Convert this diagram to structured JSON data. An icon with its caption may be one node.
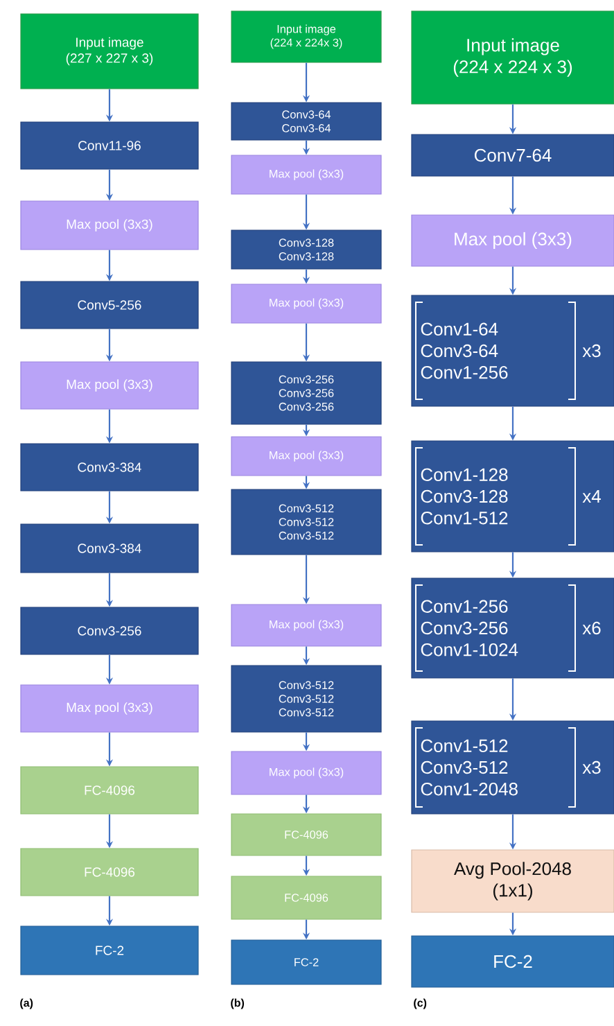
{
  "diagram": {
    "nodes": [
      {
        "text": [
          "Input image",
          "(227 x 227 x 3)"
        ]
      },
      {
        "text": [
          "Conv11-96"
        ]
      },
      {
        "text": [
          "Max pool (3x3)"
        ]
      },
      {
        "text": [
          "Conv5-256"
        ]
      },
      {
        "text": [
          "Max pool (3x3)"
        ]
      },
      {
        "text": [
          "Conv3-384"
        ]
      },
      {
        "text": [
          "Conv3-384"
        ]
      },
      {
        "text": [
          "Conv3-256"
        ]
      },
      {
        "text": [
          "Max pool (3x3)"
        ]
      },
      {
        "text": [
          "FC-4096"
        ]
      },
      {
        "text": [
          "FC-4096"
        ]
      },
      {
        "text": [
          "FC-2"
        ]
      },
      {
        "text": [
          "Input image",
          "(224 x 224x 3)"
        ]
      },
      {
        "text": [
          "Conv3-64",
          "Conv3-64"
        ]
      },
      {
        "text": [
          "Max pool (3x3)"
        ]
      },
      {
        "text": [
          "Conv3-128",
          "Conv3-128"
        ]
      },
      {
        "text": [
          "Max pool (3x3)"
        ]
      },
      {
        "text": [
          "Conv3-256",
          "Conv3-256",
          "Conv3-256"
        ]
      },
      {
        "text": [
          "Max pool (3x3)"
        ]
      },
      {
        "text": [
          "Conv3-512",
          "Conv3-512",
          "Conv3-512"
        ]
      },
      {
        "text": [
          "Max pool (3x3)"
        ]
      },
      {
        "text": [
          "Conv3-512",
          "Conv3-512",
          "Conv3-512"
        ]
      },
      {
        "text": [
          "Max pool (3x3)"
        ]
      },
      {
        "text": [
          "FC-4096"
        ]
      },
      {
        "text": [
          "FC-4096"
        ]
      },
      {
        "text": [
          "FC-2"
        ]
      },
      {
        "text": [
          "Input image",
          "(224 x 224 x 3)"
        ]
      },
      {
        "text": [
          "Conv7-64"
        ]
      },
      {
        "text": [
          "Max pool (3x3)"
        ]
      },
      {
        "text": [
          "Conv1-64",
          "Conv3-64",
          "Conv1-256",
          "x3"
        ]
      },
      {
        "text": [
          "Conv1-128",
          "Conv3-128",
          "Conv1-512",
          "x4"
        ]
      },
      {
        "text": [
          "Conv1-256",
          "Conv3-256",
          "Conv1-1024",
          "x6"
        ]
      },
      {
        "text": [
          "Conv1-512",
          "Conv3-512",
          "Conv1-2048",
          "x3"
        ]
      },
      {
        "text": [
          "Avg Pool-2048",
          "(1x1)"
        ]
      },
      {
        "text": [
          "FC-2"
        ]
      }
    ],
    "edges": [
      {
        "from": 0,
        "to": 1,
        "arrow": "to"
      },
      {
        "from": 1,
        "to": 2,
        "arrow": "to"
      },
      {
        "from": 2,
        "to": 3,
        "arrow": "to"
      },
      {
        "from": 3,
        "to": 4,
        "arrow": "to"
      },
      {
        "from": 4,
        "to": 5,
        "arrow": "to"
      },
      {
        "from": 5,
        "to": 6,
        "arrow": "to"
      },
      {
        "from": 6,
        "to": 7,
        "arrow": "to"
      },
      {
        "from": 7,
        "to": 8,
        "arrow": "to"
      },
      {
        "from": 8,
        "to": 9,
        "arrow": "to"
      },
      {
        "from": 9,
        "to": 10,
        "arrow": "to"
      },
      {
        "from": 10,
        "to": 11,
        "arrow": "to"
      },
      {
        "from": 12,
        "to": 13,
        "arrow": "to"
      },
      {
        "from": 13,
        "to": 14,
        "arrow": "to"
      },
      {
        "from": 14,
        "to": 15,
        "arrow": "to"
      },
      {
        "from": 15,
        "to": 16,
        "arrow": "to"
      },
      {
        "from": 16,
        "to": 17,
        "arrow": "to"
      },
      {
        "from": 17,
        "to": 18,
        "arrow": "to"
      },
      {
        "from": 18,
        "to": 19,
        "arrow": "to"
      },
      {
        "from": 19,
        "to": 20,
        "arrow": "to"
      },
      {
        "from": 20,
        "to": 21,
        "arrow": "to"
      },
      {
        "from": 21,
        "to": 22,
        "arrow": "to"
      },
      {
        "from": 22,
        "to": 23,
        "arrow": "to"
      },
      {
        "from": 23,
        "to": 24,
        "arrow": "to"
      },
      {
        "from": 24,
        "to": 25,
        "arrow": "to"
      },
      {
        "from": 26,
        "to": 27,
        "arrow": "to"
      },
      {
        "from": 27,
        "to": 28,
        "arrow": "to"
      },
      {
        "from": 28,
        "to": 29,
        "arrow": "to"
      },
      {
        "from": 29,
        "to": 30,
        "arrow": "to"
      },
      {
        "from": 30,
        "to": 31,
        "arrow": "to"
      },
      {
        "from": 31,
        "to": 32,
        "arrow": "to"
      },
      {
        "from": 32,
        "to": 33,
        "arrow": "to"
      },
      {
        "from": 33,
        "to": 34,
        "arrow": "to"
      }
    ],
    "labels": [
      "(a)",
      "(b)",
      "(c)"
    ]
  }
}
